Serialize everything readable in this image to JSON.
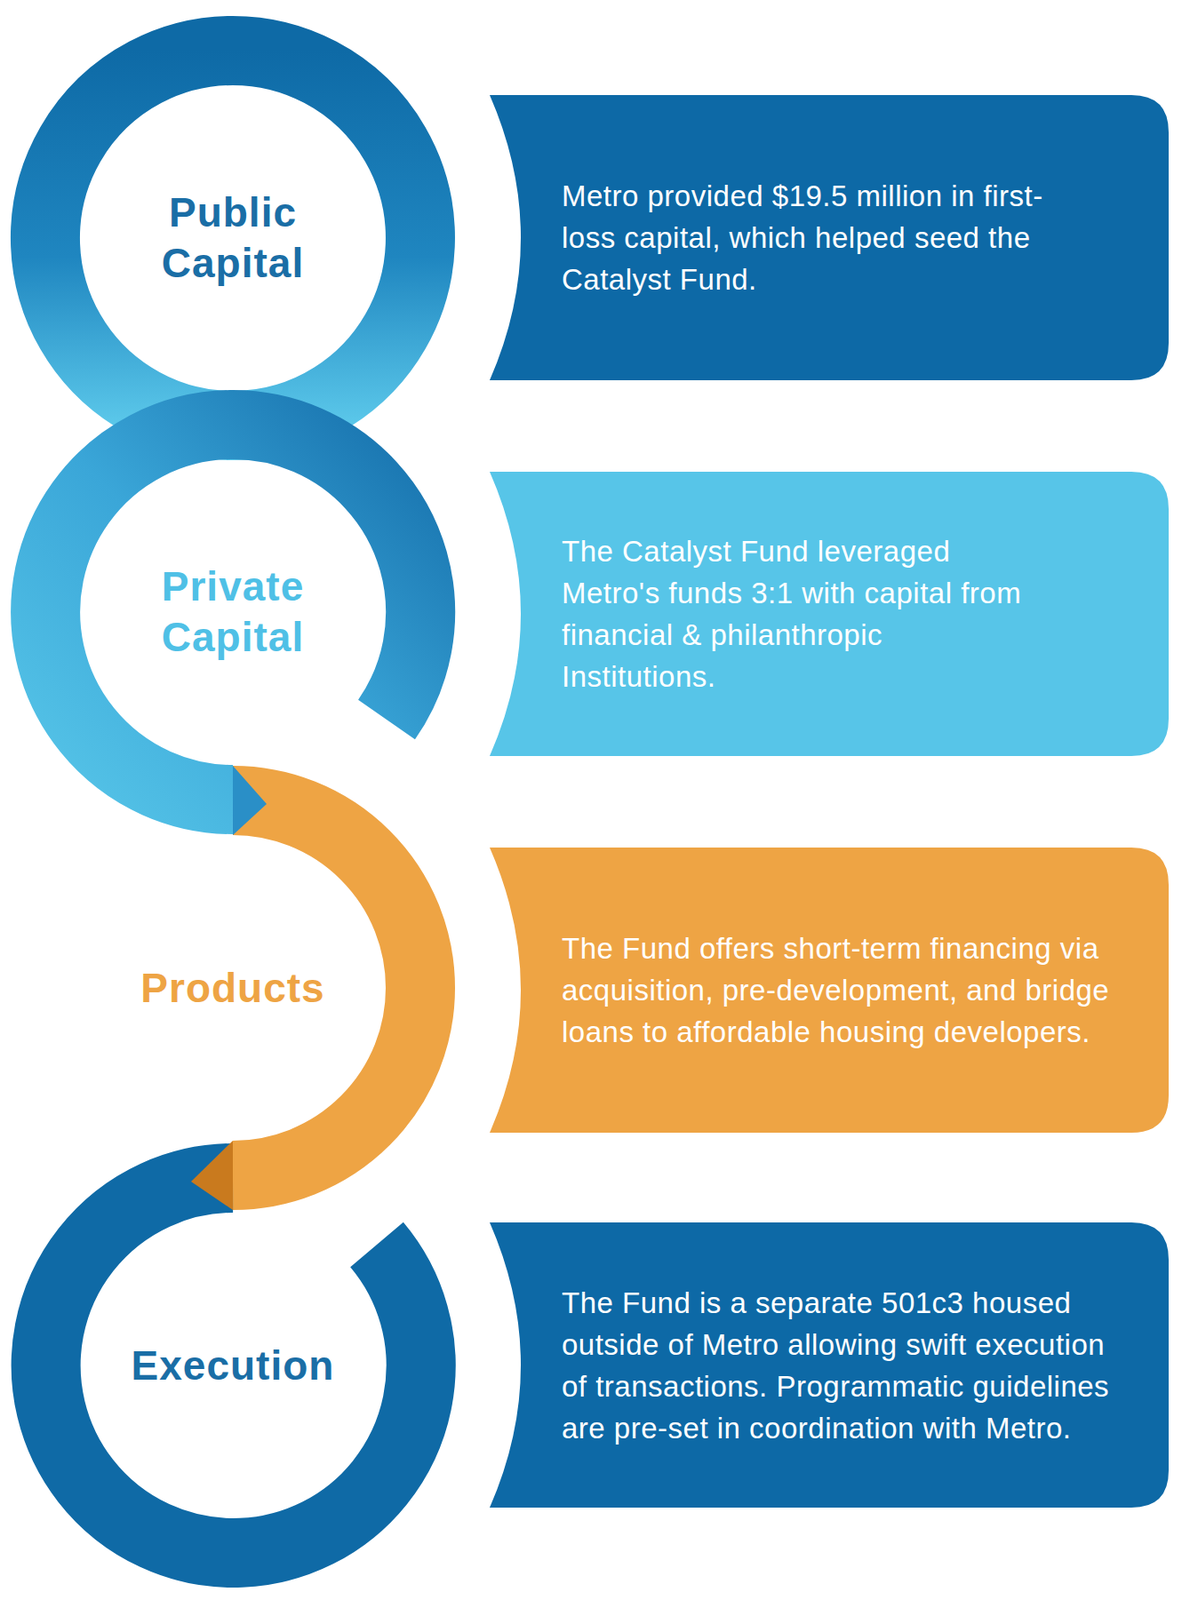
{
  "diagram": {
    "nodes": [
      {
        "text": [
          "Public Capital"
        ]
      },
      {
        "text": [
          "Metro provided $19.5 million in first-loss capital, which helped seed the Catalyst Fund."
        ]
      },
      {
        "text": [
          "Private Capital"
        ]
      },
      {
        "text": [
          "The Catalyst Fund leveraged Metro's funds 3:1 with capital from financial & philanthropic Institutions."
        ]
      },
      {
        "text": [
          "Products"
        ]
      },
      {
        "text": [
          "The Fund offers short-term financing via acquisition, pre-development, and bridge loans to affordable housing developers."
        ]
      },
      {
        "text": [
          "Execution"
        ]
      },
      {
        "text": [
          "The Fund is a separate 501c3 housed outside of Metro allowing swift execution of transactions. Programmatic guidelines are pre-set in coordination with Metro."
        ]
      }
    ]
  }
}
